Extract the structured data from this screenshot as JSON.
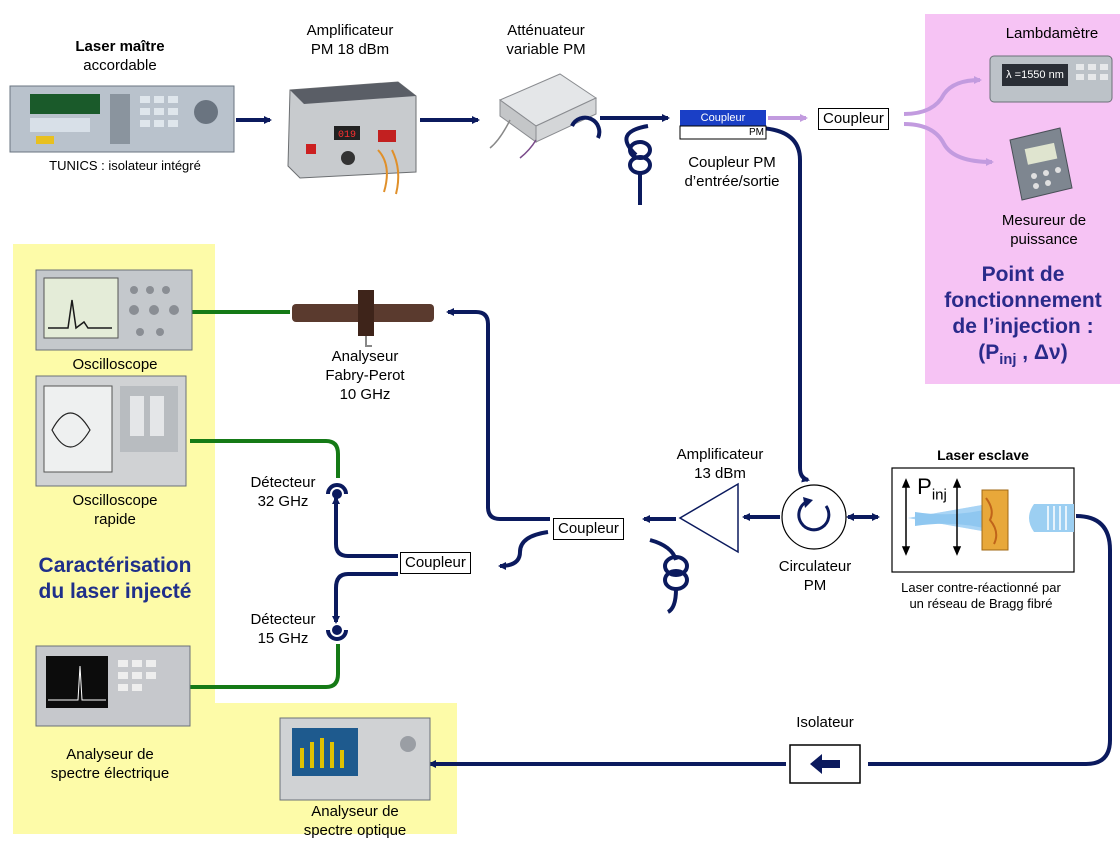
{
  "labels": {
    "laser_maitre_l1": "Laser maître",
    "laser_maitre_l2": "accordable",
    "tunics": "TUNICS : isolateur intégré",
    "ampli18_l1": "Amplificateur",
    "ampli18_l2": "PM 18 dBm",
    "attenuateur_l1": "Atténuateur",
    "attenuateur_l2": "variable PM",
    "coupleur_pm_l1": "Coupleur PM",
    "coupleur_pm_l2": "d’entrée/sortie",
    "lambdametre": "Lambdamètre",
    "lambda_display": "λ =1550 nm",
    "mesureur_l1": "Mesureur de",
    "mesureur_l2": "puissance",
    "point_l1": "Point de",
    "point_l2": "fonctionnement",
    "point_l3": "de l’injection :",
    "point_l4_open": "(P",
    "point_l4_sub": "inj",
    "point_l4_close": " , Δν)",
    "oscilloscope": "Oscilloscope",
    "fp_l1": "Analyseur",
    "fp_l2": "Fabry-Perot",
    "fp_l3": "10 GHz",
    "osc_rapide_l1": "Oscilloscope",
    "osc_rapide_l2": "rapide",
    "det32_l1": "Détecteur",
    "det32_l2": "32 GHz",
    "ampli13_l1": "Amplificateur",
    "ampli13_l2": "13 dBm",
    "laser_esclave": "Laser esclave",
    "pinj_main": "P",
    "pinj_sub": "inj",
    "caract_l1": "Caractérisation",
    "caract_l2": "du laser injecté",
    "circ_l1": "Circulateur",
    "circ_l2": "PM",
    "laser_cr_l1": "Laser contre-réactionné par",
    "laser_cr_l2": "un réseau de Bragg fibré",
    "det15_l1": "Détecteur",
    "det15_l2": "15 GHz",
    "ase_l1": "Analyseur de",
    "ase_l2": "spectre électrique",
    "isolateur": "Isolateur",
    "aso_l1": "Analyseur de",
    "aso_l2": "spectre optique"
  },
  "boxes": {
    "coupleur": "Coupleur",
    "coupleur_pm_top": "Coupleur",
    "coupleur_pm_bottom": "PM"
  },
  "colors": {
    "fiber": "#0b1a5e",
    "fiber_green": "#157a16",
    "fiber_light": "#c29bdf",
    "panel_yellow": "#fdfba8",
    "panel_pink": "#f6c3f4",
    "title_blue": "#1f2f8a"
  },
  "icons": {
    "isolator_arrow": "left-arrow-icon",
    "circulator": "circular-arrow-icon"
  }
}
